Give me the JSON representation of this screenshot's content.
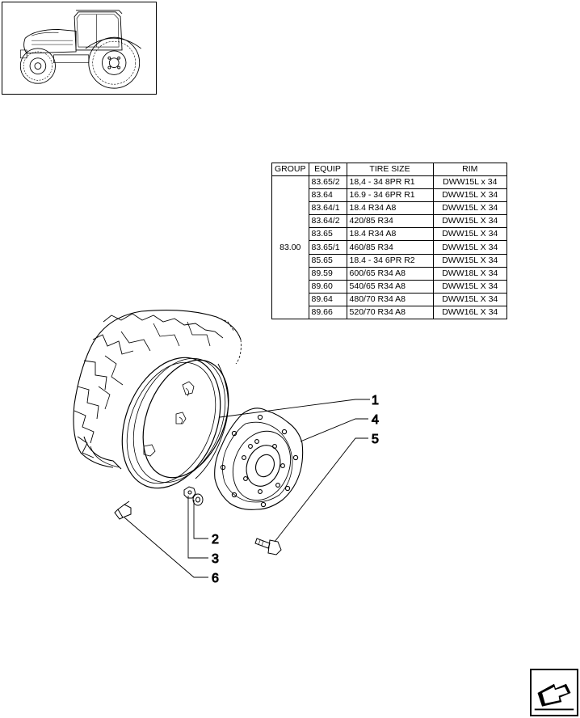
{
  "table": {
    "headers": {
      "group": "GROUP",
      "equip": "EQUIP",
      "tire_size": "TIRE SIZE",
      "rim": "RIM"
    },
    "group_value": "83.00",
    "rows": [
      {
        "equip": "83.65/2",
        "tire_size": "18,4 - 34 8PR R1",
        "rim": "DWW15L x 34"
      },
      {
        "equip": "83.64",
        "tire_size": "16.9 - 34 6PR R1",
        "rim": "DWW15L X 34"
      },
      {
        "equip": "83.64/1",
        "tire_size": "18.4 R34 A8",
        "rim": "DWW15L X 34"
      },
      {
        "equip": "83.64/2",
        "tire_size": "420/85 R34",
        "rim": "DWW15L X 34"
      },
      {
        "equip": "83.65",
        "tire_size": "18.4 R34 A8",
        "rim": "DWW15L X 34"
      },
      {
        "equip": "83.65/1",
        "tire_size": "460/85 R34",
        "rim": "DWW15L X 34"
      },
      {
        "equip": "85.65",
        "tire_size": "18.4 - 34 6PR R2",
        "rim": "DWW15L X 34"
      },
      {
        "equip": "89.59",
        "tire_size": "600/65 R34 A8",
        "rim": "DWW18L X 34"
      },
      {
        "equip": "89.60",
        "tire_size": "540/65 R34 A8",
        "rim": "DWW15L X 34"
      },
      {
        "equip": "89.64",
        "tire_size": "480/70 R34 A8",
        "rim": "DWW15L X 34"
      },
      {
        "equip": "89.66",
        "tire_size": "520/70 R34 A8",
        "rim": "DWW16L X 34"
      }
    ]
  },
  "callouts": {
    "c1": "1",
    "c2": "2",
    "c3": "3",
    "c4": "4",
    "c5": "5",
    "c6": "6"
  },
  "icons": {
    "thumbnail": "tractor-icon",
    "nav": "next-page-arrow-icon"
  },
  "colors": {
    "line": "#000000",
    "background": "#ffffff",
    "nav_arrow": "#000000"
  }
}
